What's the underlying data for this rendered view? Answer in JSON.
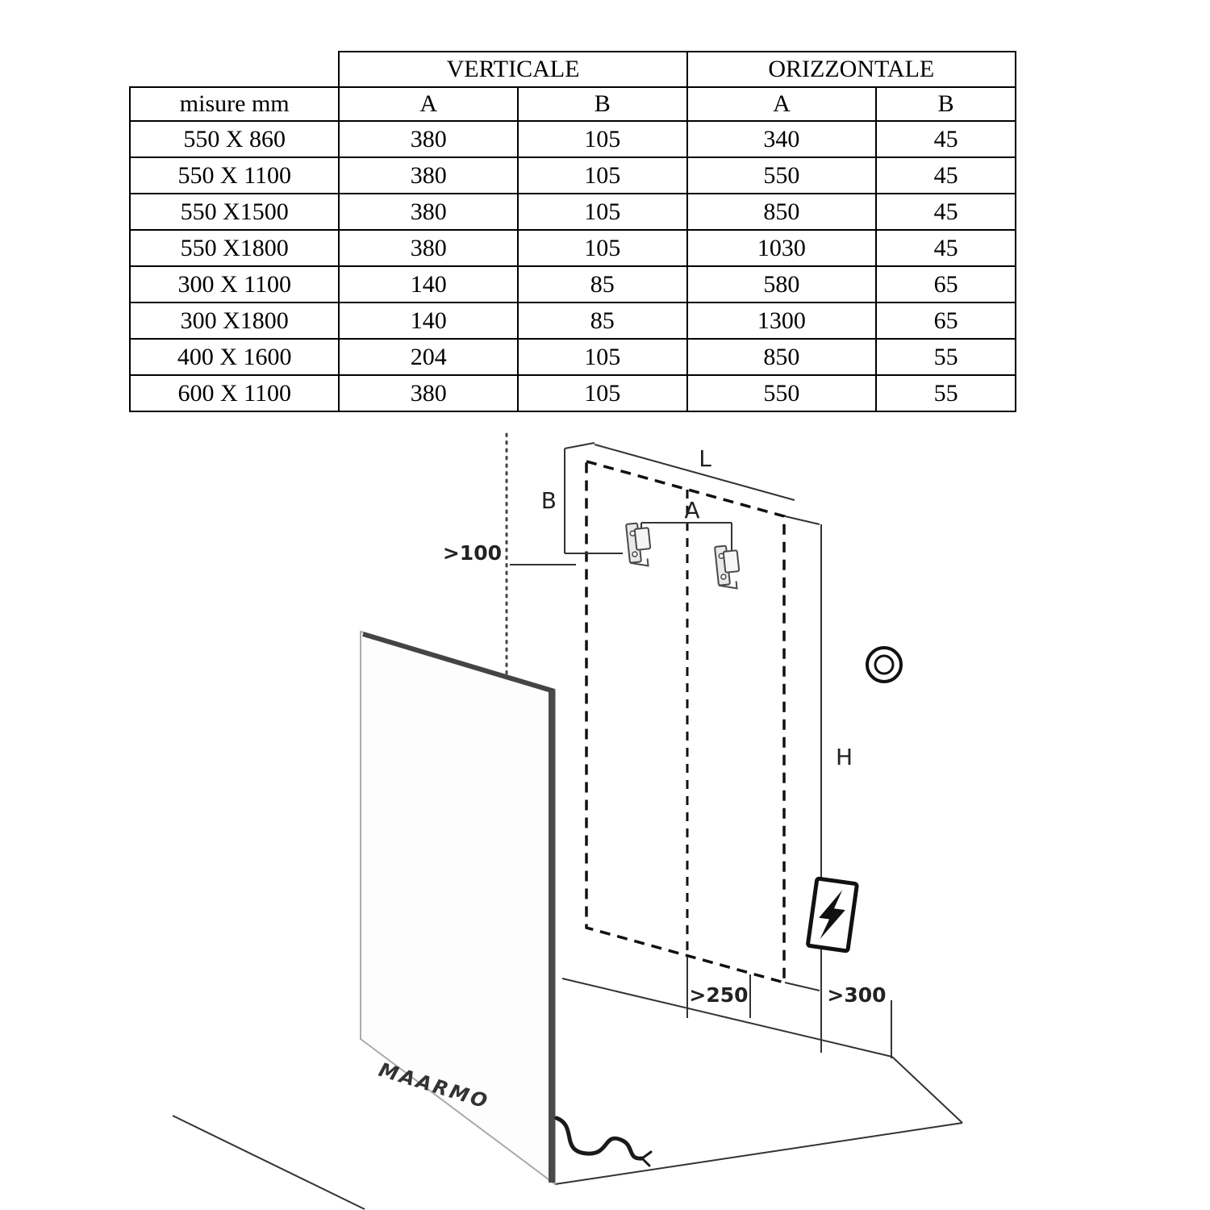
{
  "table": {
    "group_headers": {
      "verticale": "VERTICALE",
      "orizzontale": "ORIZZONTALE"
    },
    "col_headers": {
      "misure": "misure mm",
      "va": "A",
      "vb": "B",
      "oa": "A",
      "ob": "B"
    },
    "rows": [
      {
        "size": "550 X 860",
        "va": "380",
        "vb": "105",
        "oa": "340",
        "ob": "45"
      },
      {
        "size": "550 X 1100",
        "va": "380",
        "vb": "105",
        "oa": "550",
        "ob": "45"
      },
      {
        "size": "550 X1500",
        "va": "380",
        "vb": "105",
        "oa": "850",
        "ob": "45"
      },
      {
        "size": "550 X1800",
        "va": "380",
        "vb": "105",
        "oa": "1030",
        "ob": "45"
      },
      {
        "size": "300 X 1100",
        "va": "140",
        "vb": "85",
        "oa": "580",
        "ob": "65"
      },
      {
        "size": "300 X1800",
        "va": "140",
        "vb": "85",
        "oa": "1300",
        "ob": "65"
      },
      {
        "size": "400 X 1600",
        "va": "204",
        "vb": "105",
        "oa": "850",
        "ob": "55"
      },
      {
        "size": "600 X 1100",
        "va": "380",
        "vb": "105",
        "oa": "550",
        "ob": "55"
      }
    ]
  },
  "diagram": {
    "labels": {
      "L": "L",
      "B": "B",
      "A": "A",
      "H": "H",
      "min_left": ">100",
      "min_bottom": ">250",
      "min_right": ">300",
      "brand": "MAARMO"
    }
  }
}
